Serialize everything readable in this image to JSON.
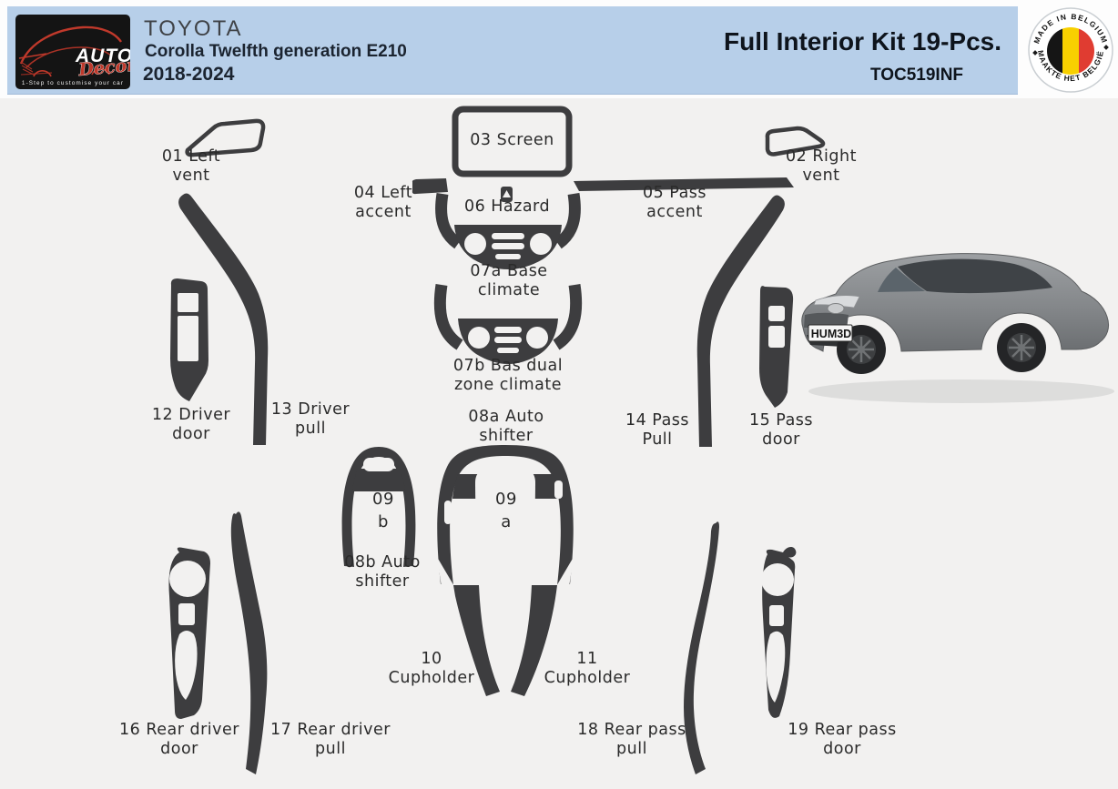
{
  "header": {
    "logo": {
      "brand_top": "AUTO",
      "brand_script": "Decor",
      "tagline": "1-Step to customise your car"
    },
    "vehicle": {
      "make": "TOYOTA",
      "model": "Corolla Twelfth generation E210",
      "years": "2018-2024"
    },
    "product": {
      "title": "Full Interior Kit 19-Pcs.",
      "code": "TOC519INF"
    },
    "badge": {
      "arc_top": "MADE IN BELGIUM",
      "arc_bottom": "MAAKTE HET BELGIË"
    }
  },
  "diagram": {
    "license_plate": "HUM3D",
    "parts": [
      {
        "id": "01",
        "l1": "01 Left",
        "l2": "vent"
      },
      {
        "id": "02",
        "l1": "02 Right",
        "l2": "vent"
      },
      {
        "id": "03",
        "l1": "03 Screen",
        "l2": ""
      },
      {
        "id": "04",
        "l1": "04 Left",
        "l2": "accent"
      },
      {
        "id": "05",
        "l1": "05 Pass",
        "l2": "accent"
      },
      {
        "id": "06",
        "l1": "06 Hazard",
        "l2": ""
      },
      {
        "id": "07a",
        "l1": "07a Base",
        "l2": "climate"
      },
      {
        "id": "07b",
        "l1": "07b Bas dual",
        "l2": "zone climate"
      },
      {
        "id": "08a",
        "l1": "08a Auto",
        "l2": "shifter"
      },
      {
        "id": "09a",
        "l1": "09",
        "l2": "a"
      },
      {
        "id": "08b",
        "l1": "08b Auto",
        "l2": "shifter"
      },
      {
        "id": "09b",
        "l1": "09",
        "l2": "b"
      },
      {
        "id": "10",
        "l1": "10",
        "l2": "Cupholder"
      },
      {
        "id": "11",
        "l1": "11",
        "l2": "Cupholder"
      },
      {
        "id": "12",
        "l1": "12 Driver",
        "l2": "door"
      },
      {
        "id": "13",
        "l1": "13 Driver",
        "l2": "pull"
      },
      {
        "id": "14",
        "l1": "14 Pass",
        "l2": "Pull"
      },
      {
        "id": "15",
        "l1": "15 Pass",
        "l2": "door"
      },
      {
        "id": "16",
        "l1": "16 Rear driver",
        "l2": "door"
      },
      {
        "id": "17",
        "l1": "17 Rear driver",
        "l2": "pull"
      },
      {
        "id": "18",
        "l1": "18 Rear pass",
        "l2": "pull"
      },
      {
        "id": "19",
        "l1": "19 Rear pass",
        "l2": "door"
      }
    ]
  },
  "colors": {
    "header_bg": "#b7cfe9",
    "canvas_bg": "#f2f1f0",
    "piece": "#3d3d3f",
    "label_text": "#2b2b2b",
    "logo_red": "#c0392b",
    "flag_black": "#151515",
    "flag_yellow": "#f8d000",
    "flag_red": "#e03c31"
  }
}
